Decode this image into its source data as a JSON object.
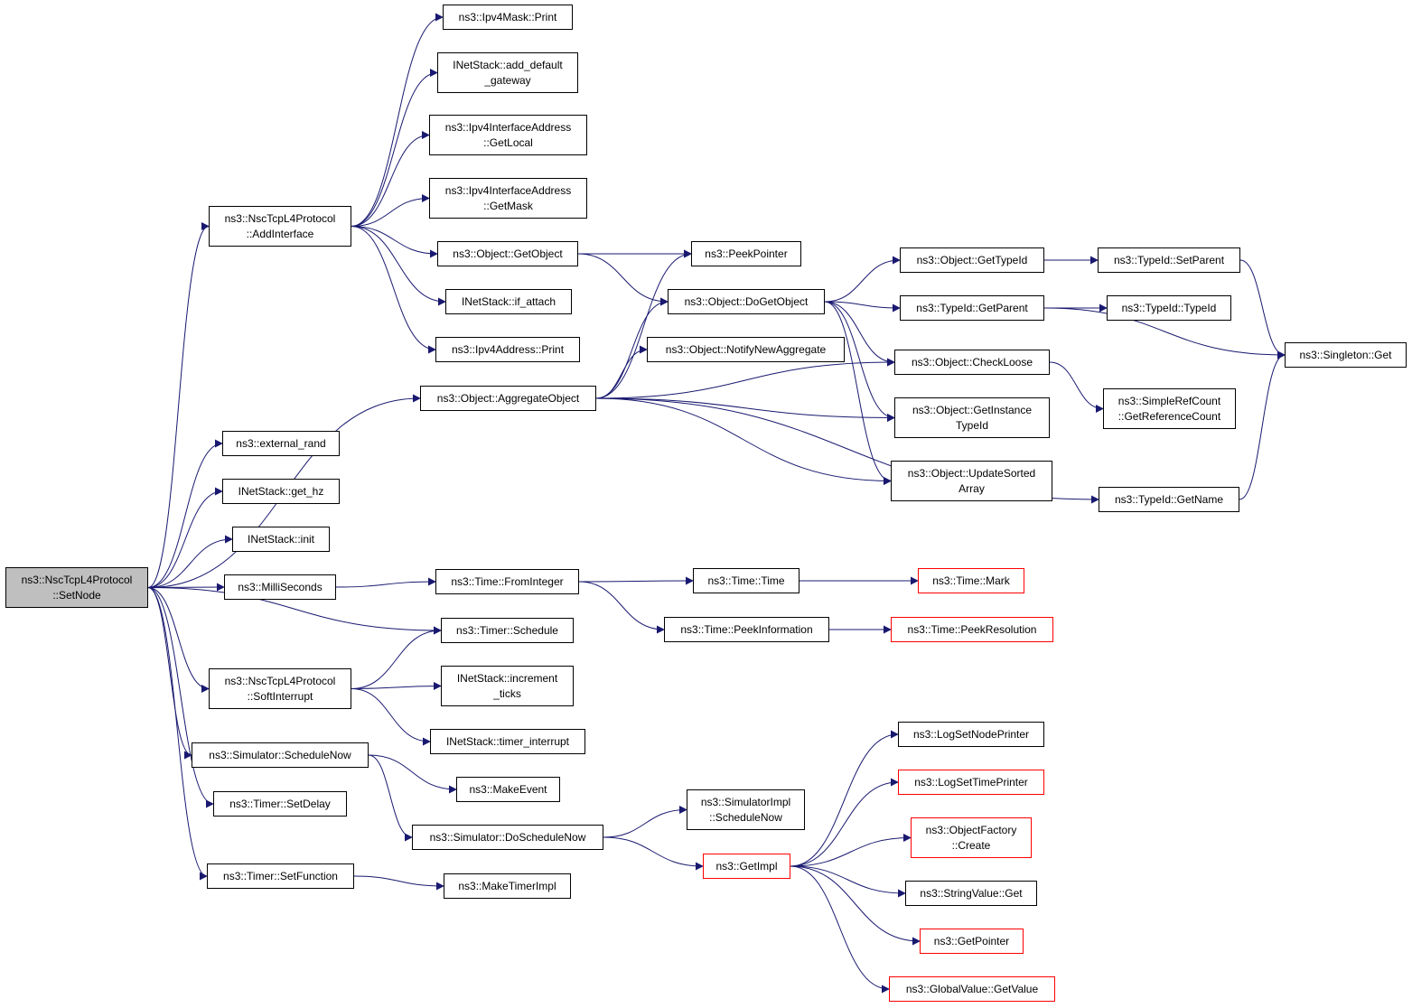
{
  "colors": {
    "edge": "#191970",
    "border": "#000000",
    "truncated_border": "#ff0000",
    "root_fill": "#bfbfbf",
    "background": "#ffffff"
  },
  "nodes": [
    {
      "id": "setnode",
      "lines": [
        "ns3::NscTcpL4Protocol",
        "::SetNode"
      ],
      "style": "root"
    },
    {
      "id": "addinterface",
      "lines": [
        "ns3::NscTcpL4Protocol",
        "::AddInterface"
      ],
      "style": "normal"
    },
    {
      "id": "ipv4mask_print",
      "lines": [
        "ns3::Ipv4Mask::Print"
      ],
      "style": "normal"
    },
    {
      "id": "add_default_gateway",
      "lines": [
        "INetStack::add_default",
        "_gateway"
      ],
      "style": "normal"
    },
    {
      "id": "getlocal",
      "lines": [
        "ns3::Ipv4InterfaceAddress",
        "::GetLocal"
      ],
      "style": "normal"
    },
    {
      "id": "getmask",
      "lines": [
        "ns3::Ipv4InterfaceAddress",
        "::GetMask"
      ],
      "style": "normal"
    },
    {
      "id": "getobject",
      "lines": [
        "ns3::Object::GetObject"
      ],
      "style": "normal"
    },
    {
      "id": "if_attach",
      "lines": [
        "INetStack::if_attach"
      ],
      "style": "normal"
    },
    {
      "id": "ipv4address_print",
      "lines": [
        "ns3::Ipv4Address::Print"
      ],
      "style": "normal"
    },
    {
      "id": "peekpointer",
      "lines": [
        "ns3::PeekPointer"
      ],
      "style": "normal"
    },
    {
      "id": "dogetobject",
      "lines": [
        "ns3::Object::DoGetObject"
      ],
      "style": "normal"
    },
    {
      "id": "notifynewaggregate",
      "lines": [
        "ns3::Object::NotifyNewAggregate"
      ],
      "style": "normal"
    },
    {
      "id": "aggregateobject",
      "lines": [
        "ns3::Object::AggregateObject"
      ],
      "style": "normal"
    },
    {
      "id": "object_gettypeid",
      "lines": [
        "ns3::Object::GetTypeId"
      ],
      "style": "normal"
    },
    {
      "id": "typeid_getparent",
      "lines": [
        "ns3::TypeId::GetParent"
      ],
      "style": "normal"
    },
    {
      "id": "checkloose",
      "lines": [
        "ns3::Object::CheckLoose"
      ],
      "style": "normal"
    },
    {
      "id": "getinstancetypeid",
      "lines": [
        "ns3::Object::GetInstance",
        "TypeId"
      ],
      "style": "normal"
    },
    {
      "id": "updatesortedarray",
      "lines": [
        "ns3::Object::UpdateSorted",
        "Array"
      ],
      "style": "normal"
    },
    {
      "id": "typeid_setparent",
      "lines": [
        "ns3::TypeId::SetParent"
      ],
      "style": "normal"
    },
    {
      "id": "typeid_typeid",
      "lines": [
        "ns3::TypeId::TypeId"
      ],
      "style": "normal"
    },
    {
      "id": "singleton_get",
      "lines": [
        "ns3::Singleton::Get"
      ],
      "style": "normal"
    },
    {
      "id": "getreferencecount",
      "lines": [
        "ns3::SimpleRefCount",
        "::GetReferenceCount"
      ],
      "style": "normal"
    },
    {
      "id": "typeid_getname",
      "lines": [
        "ns3::TypeId::GetName"
      ],
      "style": "normal"
    },
    {
      "id": "external_rand",
      "lines": [
        "ns3::external_rand"
      ],
      "style": "normal"
    },
    {
      "id": "get_hz",
      "lines": [
        "INetStack::get_hz"
      ],
      "style": "normal"
    },
    {
      "id": "init",
      "lines": [
        "INetStack::init"
      ],
      "style": "normal"
    },
    {
      "id": "milliseconds",
      "lines": [
        "ns3::MilliSeconds"
      ],
      "style": "normal"
    },
    {
      "id": "time_frominteger",
      "lines": [
        "ns3::Time::FromInteger"
      ],
      "style": "normal"
    },
    {
      "id": "time_time",
      "lines": [
        "ns3::Time::Time"
      ],
      "style": "normal"
    },
    {
      "id": "time_mark",
      "lines": [
        "ns3::Time::Mark"
      ],
      "style": "truncated"
    },
    {
      "id": "timer_schedule",
      "lines": [
        "ns3::Timer::Schedule"
      ],
      "style": "normal"
    },
    {
      "id": "peekinformation",
      "lines": [
        "ns3::Time::PeekInformation"
      ],
      "style": "normal"
    },
    {
      "id": "peekresolution",
      "lines": [
        "ns3::Time::PeekResolution"
      ],
      "style": "truncated"
    },
    {
      "id": "softinterrupt",
      "lines": [
        "ns3::NscTcpL4Protocol",
        "::SoftInterrupt"
      ],
      "style": "normal"
    },
    {
      "id": "increment_ticks",
      "lines": [
        "INetStack::increment",
        "_ticks"
      ],
      "style": "normal"
    },
    {
      "id": "timer_interrupt",
      "lines": [
        "INetStack::timer_interrupt"
      ],
      "style": "normal"
    },
    {
      "id": "simulator_schedulenow",
      "lines": [
        "ns3::Simulator::ScheduleNow"
      ],
      "style": "normal"
    },
    {
      "id": "makeevent",
      "lines": [
        "ns3::MakeEvent"
      ],
      "style": "normal"
    },
    {
      "id": "timer_setdelay",
      "lines": [
        "ns3::Timer::SetDelay"
      ],
      "style": "normal"
    },
    {
      "id": "doschedulenow",
      "lines": [
        "ns3::Simulator::DoScheduleNow"
      ],
      "style": "normal"
    },
    {
      "id": "simulatorimpl_schedulenow",
      "lines": [
        "ns3::SimulatorImpl",
        "::ScheduleNow"
      ],
      "style": "normal"
    },
    {
      "id": "getimpl",
      "lines": [
        "ns3::GetImpl"
      ],
      "style": "truncated"
    },
    {
      "id": "timer_setfunction",
      "lines": [
        "ns3::Timer::SetFunction"
      ],
      "style": "normal"
    },
    {
      "id": "maketimerimpl",
      "lines": [
        "ns3::MakeTimerImpl"
      ],
      "style": "normal"
    },
    {
      "id": "logsetnodeprinter",
      "lines": [
        "ns3::LogSetNodePrinter"
      ],
      "style": "normal"
    },
    {
      "id": "logsettimeprinter",
      "lines": [
        "ns3::LogSetTimePrinter"
      ],
      "style": "truncated"
    },
    {
      "id": "objectfactory_create",
      "lines": [
        "ns3::ObjectFactory",
        "::Create"
      ],
      "style": "truncated"
    },
    {
      "id": "stringvalue_get",
      "lines": [
        "ns3::StringValue::Get"
      ],
      "style": "normal"
    },
    {
      "id": "getpointer",
      "lines": [
        "ns3::GetPointer"
      ],
      "style": "truncated"
    },
    {
      "id": "globalvalue_getvalue",
      "lines": [
        "ns3::GlobalValue::GetValue"
      ],
      "style": "truncated"
    }
  ],
  "edges": [
    [
      "setnode",
      "addinterface"
    ],
    [
      "setnode",
      "aggregateobject"
    ],
    [
      "setnode",
      "external_rand"
    ],
    [
      "setnode",
      "get_hz"
    ],
    [
      "setnode",
      "init"
    ],
    [
      "setnode",
      "milliseconds"
    ],
    [
      "setnode",
      "timer_schedule"
    ],
    [
      "setnode",
      "softinterrupt"
    ],
    [
      "setnode",
      "simulator_schedulenow"
    ],
    [
      "setnode",
      "timer_setdelay"
    ],
    [
      "setnode",
      "timer_setfunction"
    ],
    [
      "addinterface",
      "ipv4mask_print"
    ],
    [
      "addinterface",
      "add_default_gateway"
    ],
    [
      "addinterface",
      "getlocal"
    ],
    [
      "addinterface",
      "getmask"
    ],
    [
      "addinterface",
      "getobject"
    ],
    [
      "addinterface",
      "if_attach"
    ],
    [
      "addinterface",
      "ipv4address_print"
    ],
    [
      "getobject",
      "peekpointer"
    ],
    [
      "getobject",
      "dogetobject"
    ],
    [
      "aggregateobject",
      "peekpointer"
    ],
    [
      "aggregateobject",
      "dogetobject"
    ],
    [
      "aggregateobject",
      "notifynewaggregate"
    ],
    [
      "aggregateobject",
      "checkloose"
    ],
    [
      "aggregateobject",
      "getinstancetypeid"
    ],
    [
      "aggregateobject",
      "updatesortedarray"
    ],
    [
      "aggregateobject",
      "typeid_getname"
    ],
    [
      "dogetobject",
      "object_gettypeid"
    ],
    [
      "dogetobject",
      "typeid_getparent"
    ],
    [
      "dogetobject",
      "checkloose"
    ],
    [
      "dogetobject",
      "getinstancetypeid"
    ],
    [
      "dogetobject",
      "updatesortedarray"
    ],
    [
      "object_gettypeid",
      "typeid_setparent"
    ],
    [
      "typeid_getparent",
      "typeid_typeid"
    ],
    [
      "typeid_getparent",
      "singleton_get"
    ],
    [
      "typeid_setparent",
      "singleton_get"
    ],
    [
      "checkloose",
      "getreferencecount"
    ],
    [
      "typeid_getname",
      "singleton_get"
    ],
    [
      "milliseconds",
      "time_frominteger"
    ],
    [
      "time_frominteger",
      "time_time"
    ],
    [
      "time_frominteger",
      "peekinformation"
    ],
    [
      "time_time",
      "time_mark"
    ],
    [
      "peekinformation",
      "peekresolution"
    ],
    [
      "softinterrupt",
      "timer_schedule"
    ],
    [
      "softinterrupt",
      "increment_ticks"
    ],
    [
      "softinterrupt",
      "timer_interrupt"
    ],
    [
      "simulator_schedulenow",
      "makeevent"
    ],
    [
      "simulator_schedulenow",
      "doschedulenow"
    ],
    [
      "doschedulenow",
      "simulatorimpl_schedulenow"
    ],
    [
      "doschedulenow",
      "getimpl"
    ],
    [
      "timer_setfunction",
      "maketimerimpl"
    ],
    [
      "getimpl",
      "logsetnodeprinter"
    ],
    [
      "getimpl",
      "logsettimeprinter"
    ],
    [
      "getimpl",
      "objectfactory_create"
    ],
    [
      "getimpl",
      "stringvalue_get"
    ],
    [
      "getimpl",
      "getpointer"
    ],
    [
      "getimpl",
      "globalvalue_getvalue"
    ]
  ]
}
